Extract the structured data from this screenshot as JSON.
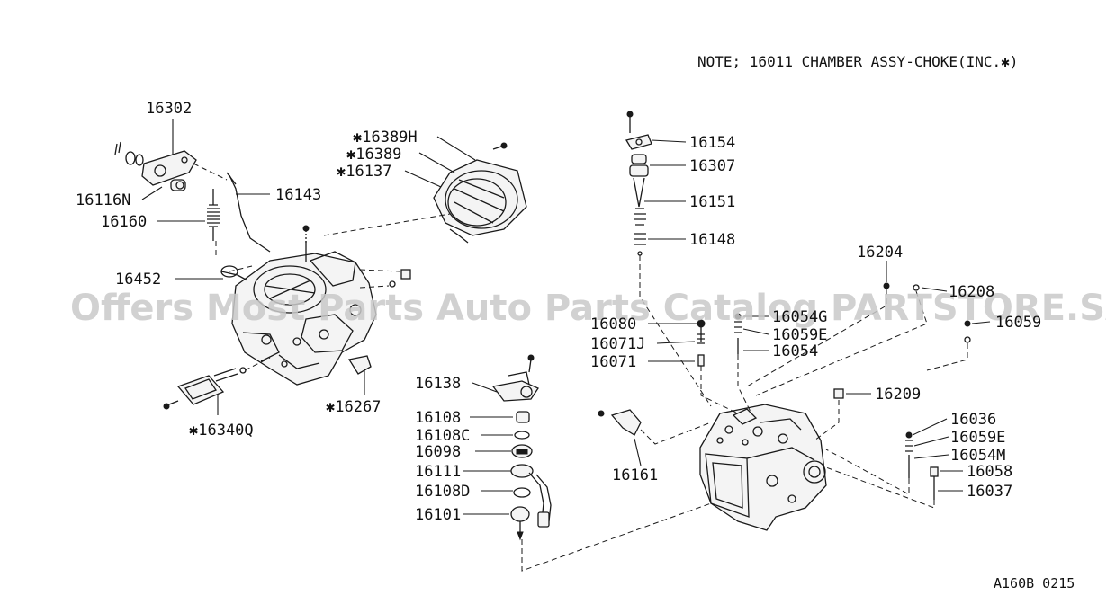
{
  "note": "NOTE; 16011 CHAMBER ASSY-CHOKE(INC.✱)",
  "watermark": "Offers Most Parts Auto Parts Catalog PARTSTORE.SA",
  "diagram_code": "A160B 0215",
  "callouts": {
    "c16302": "16302",
    "c16116N": "16116N",
    "c16143": "16143",
    "c16160": "16160",
    "c16389H": "✱16389H",
    "c16389": "✱16389",
    "c16137": "✱16137",
    "c16452": "16452",
    "c16267": "✱16267",
    "c16340Q": "✱16340Q",
    "c16138": "16138",
    "c16108": "16108",
    "c16108C": "16108C",
    "c16098": "16098",
    "c16111": "16111",
    "c16108D": "16108D",
    "c16101": "16101",
    "c16154": "16154",
    "c16307": "16307",
    "c16151": "16151",
    "c16148": "16148",
    "c16080": "16080",
    "c16071J": "16071J",
    "c16071": "16071",
    "c16054G": "16054G",
    "c16059E_top": "16059E",
    "c16054": "16054",
    "c16204": "16204",
    "c16208": "16208",
    "c16059": "16059",
    "c16209": "16209",
    "c16161": "16161",
    "c16036": "16036",
    "c16059E_right": "16059E",
    "c16054M": "16054M",
    "c16058": "16058",
    "c16037": "16037"
  }
}
